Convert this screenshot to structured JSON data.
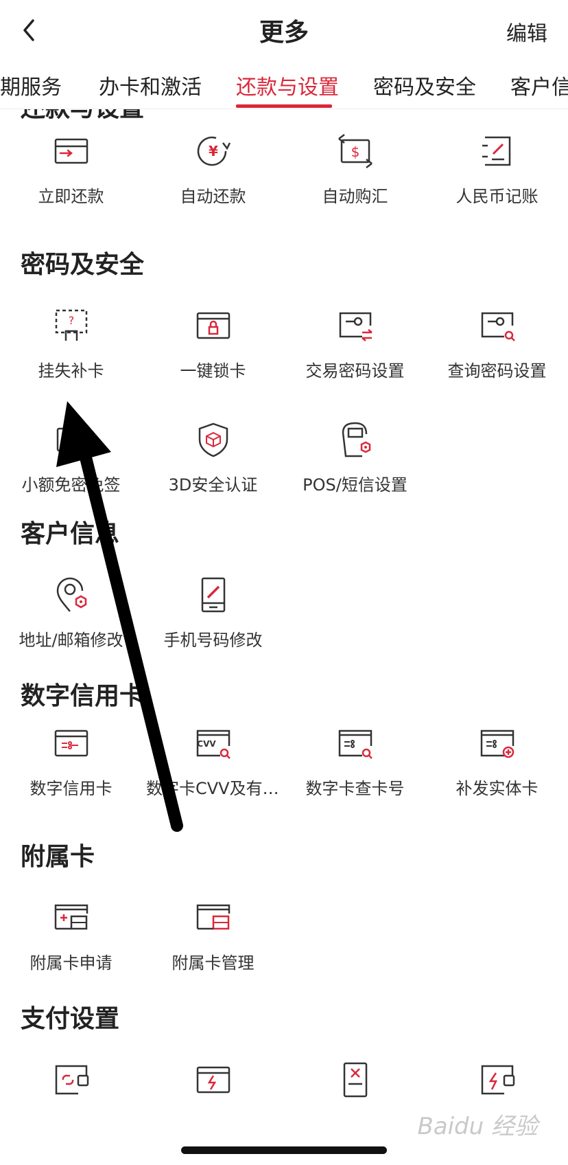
{
  "header": {
    "title": "更多",
    "edit_label": "编辑"
  },
  "tabs": [
    {
      "label": "期服务"
    },
    {
      "label": "办卡和激活"
    },
    {
      "label": "还款与设置"
    },
    {
      "label": "密码及安全"
    },
    {
      "label": "客户信"
    }
  ],
  "partial_section_title": "还款与设置",
  "sections": [
    {
      "title": "",
      "items": [
        {
          "label": "立即还款",
          "icon": "card-repay-icon"
        },
        {
          "label": "自动还款",
          "icon": "auto-repay-icon"
        },
        {
          "label": "自动购汇",
          "icon": "exchange-icon"
        },
        {
          "label": "人民币记账",
          "icon": "ledger-icon"
        }
      ]
    },
    {
      "title": "密码及安全",
      "items": [
        {
          "label": "挂失补卡",
          "icon": "report-loss-icon"
        },
        {
          "label": "一键锁卡",
          "icon": "lock-card-icon"
        },
        {
          "label": "交易密码设置",
          "icon": "trade-password-icon"
        },
        {
          "label": "查询密码设置",
          "icon": "query-password-icon"
        },
        {
          "label": "小额免密免签",
          "icon": "small-amount-icon"
        },
        {
          "label": "3D安全认证",
          "icon": "shield-3d-icon"
        },
        {
          "label": "POS/短信设置",
          "icon": "pos-settings-icon"
        }
      ]
    },
    {
      "title": "客户信息",
      "items": [
        {
          "label": "地址/邮箱修改",
          "icon": "address-icon"
        },
        {
          "label": "手机号码修改",
          "icon": "phone-edit-icon"
        }
      ]
    },
    {
      "title": "数字信用卡",
      "items": [
        {
          "label": "数字信用卡",
          "icon": "digital-card-icon"
        },
        {
          "label": "数字卡CVV及有效期",
          "icon": "cvv-icon"
        },
        {
          "label": "数字卡查卡号",
          "icon": "card-number-icon"
        },
        {
          "label": "补发实体卡",
          "icon": "reissue-card-icon"
        }
      ]
    },
    {
      "title": "附属卡",
      "items": [
        {
          "label": "附属卡申请",
          "icon": "sub-card-apply-icon"
        },
        {
          "label": "附属卡管理",
          "icon": "sub-card-manage-icon"
        }
      ]
    },
    {
      "title": "支付设置",
      "items": [
        {
          "label": "",
          "icon": "payment-link-icon"
        },
        {
          "label": "",
          "icon": "quick-pay-icon"
        },
        {
          "label": "",
          "icon": "pay-cancel-icon"
        },
        {
          "label": "",
          "icon": "flash-pay-icon"
        }
      ]
    }
  ],
  "watermark": "Baidu 经验",
  "colors": {
    "accent": "#d9283a",
    "text": "#222222",
    "icon": "#333333"
  }
}
